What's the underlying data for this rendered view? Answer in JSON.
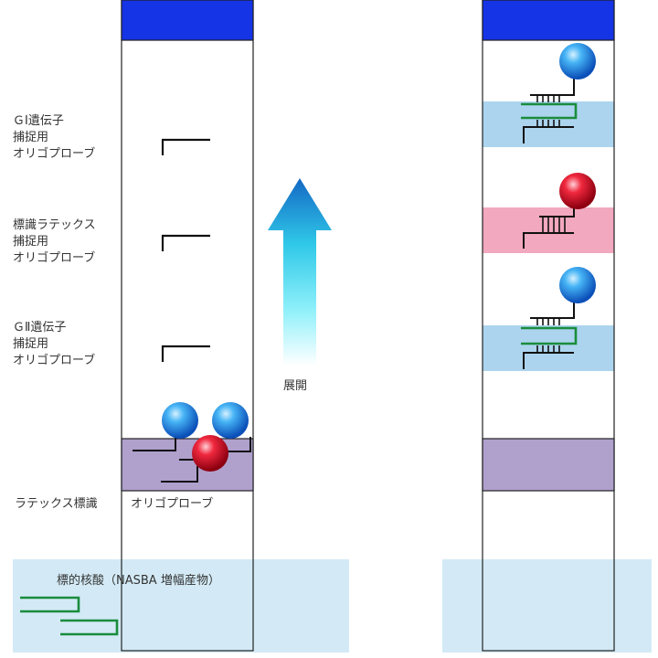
{
  "labels": {
    "gi_line1": "ＧⅠ遺伝子",
    "gi_line2": "捕捉用",
    "gi_line3": "オリゴプローブ",
    "latex_line1": "標識ラテックス",
    "latex_line2": "捕捉用",
    "latex_line3": "オリゴプローブ",
    "gii_line1": "ＧⅡ遺伝子",
    "gii_line2": "捕捉用",
    "gii_line3": "オリゴプローブ",
    "flow": "展開",
    "latex_label": "ラテックス標識",
    "oligo_probe": "オリゴプローブ",
    "target": "標的核酸（NASBA 増幅産物）"
  },
  "colors": {
    "strip_top": "#1434e6",
    "conjugate_pad": "#afa0cc",
    "sample_pad": "#d3eaf6",
    "gi_band": "#acd4ee",
    "latex_band": "#f2a8bf",
    "gii_band": "#acd4ee",
    "blue_bead": "#1e8ee6",
    "red_bead": "#d8102a",
    "target_strand": "#1a8c3c",
    "probe_line": "#111111",
    "arrow_top": "#1870c8",
    "arrow_bottom": "#e6fbff"
  }
}
